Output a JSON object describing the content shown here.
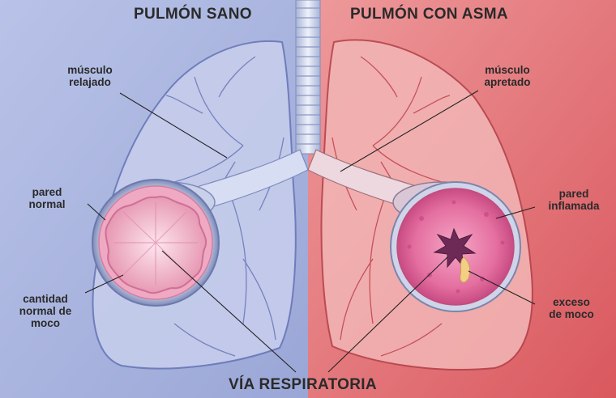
{
  "titles": {
    "left": "PULMÓN SANO",
    "right": "PULMÓN CON ASMA",
    "bottom": "VÍA RESPIRATORIA"
  },
  "labels": {
    "left_muscle": [
      "músculo",
      "relajado"
    ],
    "left_wall": [
      "pared",
      "normal"
    ],
    "left_mucus": [
      "cantidad",
      "normal de",
      "moco"
    ],
    "right_muscle": [
      "músculo",
      "apretado"
    ],
    "right_wall": [
      "pared",
      "inflamada"
    ],
    "right_mucus": [
      "exceso",
      "de moco"
    ]
  },
  "colors": {
    "healthy_background": "#a9b5df",
    "asthma_background": "#e3787c",
    "airway_pink": "#e0739a",
    "wall_pink": "#f2b4c8"
  }
}
